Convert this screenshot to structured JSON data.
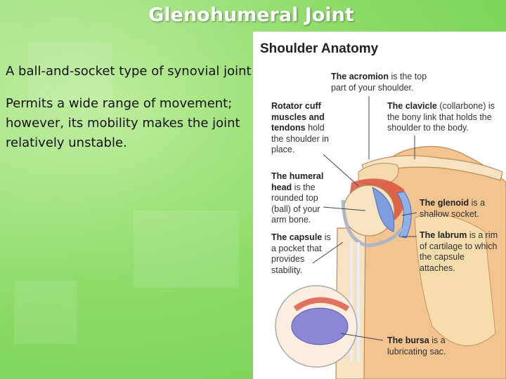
{
  "slide": {
    "title": "Glenohumeral Joint",
    "bullets": [
      "A ball-and-socket type of synovial joint",
      "Permits a wide range of movement; however, its mobility makes the joint relatively unstable."
    ]
  },
  "figure": {
    "title": "Shoulder Anatomy",
    "labels": {
      "acromion": {
        "term": "The acromion",
        "rest": " is the top part of your shoulder."
      },
      "rotator_cuff": {
        "term": "Rotator cuff muscles and tendons",
        "rest": " hold the shoulder in place."
      },
      "clavicle": {
        "term": "The clavicle",
        "rest": " (collarbone) is the bony link that holds the shoulder to the body."
      },
      "humeral_head": {
        "term": "The humeral head",
        "rest": " is the rounded top (ball) of your arm bone."
      },
      "glenoid": {
        "term": "The glenoid",
        "rest": " is a shallow socket."
      },
      "capsule": {
        "term": "The capsule",
        "rest": " is a pocket that provides stability."
      },
      "labrum": {
        "term": "The labrum",
        "rest": " is a rim of cartilage to which the capsule attaches."
      },
      "bursa": {
        "term": "The bursa",
        "rest": " is a lubricating sac."
      }
    }
  },
  "colors": {
    "background_green": "#8fdc6a",
    "skin": "#f2c48f",
    "bone": "#f7e3c2",
    "muscle": "#d9533e",
    "cartilage": "#7f9ee0"
  }
}
